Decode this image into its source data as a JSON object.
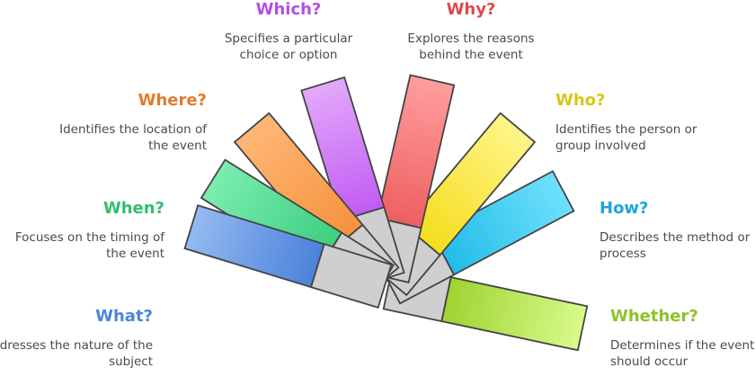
{
  "items": [
    {
      "key": "what",
      "title": "What?",
      "desc": "Addresses the nature of the subject",
      "color": "#4a86d8",
      "light": "#94baf2",
      "dark": "#4b82d9"
    },
    {
      "key": "when",
      "title": "When?",
      "desc": "Focuses on the timing of the event",
      "color": "#2fbf71",
      "light": "#7bedb0",
      "dark": "#3ccf7f"
    },
    {
      "key": "where",
      "title": "Where?",
      "desc": "Identifies the location of the event",
      "color": "#e07b2e",
      "light": "#ffb776",
      "dark": "#f5923e"
    },
    {
      "key": "which",
      "title": "Which?",
      "desc": "Specifies a particular choice or option",
      "color": "#b24fe0",
      "light": "#e3a9fb",
      "dark": "#c05cf2"
    },
    {
      "key": "why",
      "title": "Why?",
      "desc": "Explores the reasons behind the event",
      "color": "#e04848",
      "light": "#ff9e9e",
      "dark": "#ee5f5f"
    },
    {
      "key": "who",
      "title": "Who?",
      "desc": "Identifies the person or group involved",
      "color": "#d9c61a",
      "light": "#fff58a",
      "dark": "#f5dd1c"
    },
    {
      "key": "how",
      "title": "How?",
      "desc": "Describes the method or process",
      "color": "#1ba6dc",
      "light": "#6fe1fb",
      "dark": "#22bce9"
    },
    {
      "key": "whether",
      "title": "Whether?",
      "desc": "Determines if the event should occur",
      "color": "#8ec22a",
      "light": "#d8fa8c",
      "dark": "#9ed431"
    }
  ]
}
